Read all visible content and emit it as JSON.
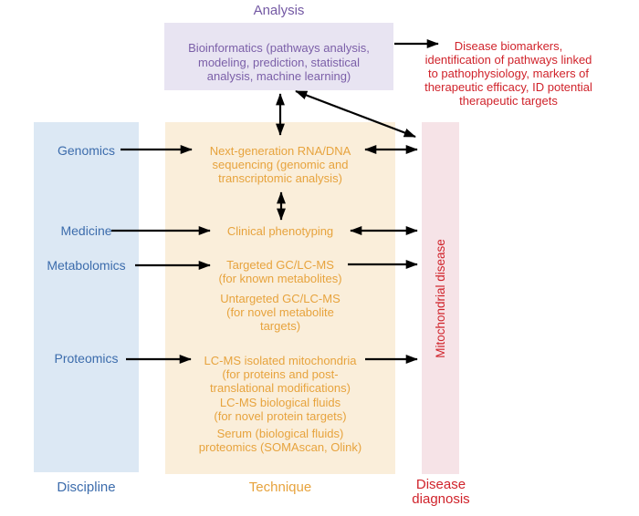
{
  "colors": {
    "purple_box_bg": "#e8e4f2",
    "purple_text": "#7b5fa8",
    "blue_box_bg": "#dce8f4",
    "blue_text": "#3c6cac",
    "orange_box_bg": "#faeeda",
    "orange_text": "#e7a33d",
    "pink_box_bg": "#f6e3e7",
    "red_text": "#d0232b",
    "arrow": "#000000"
  },
  "analysis": {
    "label": "Analysis",
    "box_lines": [
      "Bioinformatics (pathways analysis,",
      "modeling, prediction, statistical",
      "analysis, machine learning)"
    ]
  },
  "outcomes": {
    "lines": [
      "Disease biomarkers,",
      "identification of pathways linked",
      "to pathophysiology, markers of",
      "therapeutic efficacy, ID potential",
      "therapeutic targets"
    ]
  },
  "discipline_column": {
    "footer_label": "Discipline",
    "items": [
      {
        "label": "Genomics"
      },
      {
        "label": "Medicine"
      },
      {
        "label": "Metabolomics"
      },
      {
        "label": "Proteomics"
      }
    ]
  },
  "technique_column": {
    "footer_label": "Technique",
    "items": [
      {
        "lines": [
          "Next-generation RNA/DNA",
          "sequencing (genomic and",
          "transcriptomic analysis)"
        ]
      },
      {
        "lines": [
          "Clinical phenotyping"
        ]
      },
      {
        "lines": [
          "Targeted GC/LC-MS",
          "(for known metabolites)"
        ]
      },
      {
        "lines": [
          "Untargeted GC/LC-MS",
          "(for novel metabolite",
          "targets)"
        ]
      },
      {
        "lines": [
          "LC-MS isolated mitochondria",
          "(for proteins and post-",
          "translational modifications)"
        ]
      },
      {
        "lines": [
          "LC-MS biological fluids",
          "(for novel protein targets)"
        ]
      },
      {
        "lines": [
          "Serum (biological fluids)",
          "proteomics (SOMAscan, Olink)"
        ]
      }
    ]
  },
  "disease_column": {
    "footer_label": "Disease diagnosis",
    "label": "Mitochondrial disease"
  },
  "connections": [
    {
      "from": "bioinformatics",
      "to": "disease-outcomes",
      "type": "single"
    },
    {
      "from": "bioinformatics",
      "to": "next-generation-sequencing",
      "type": "double"
    },
    {
      "from": "bioinformatics",
      "to": "mitochondrial-disease",
      "type": "double"
    },
    {
      "from": "genomics",
      "to": "next-generation-sequencing",
      "type": "single"
    },
    {
      "from": "next-generation-sequencing",
      "to": "mitochondrial-disease",
      "type": "double"
    },
    {
      "from": "next-generation-sequencing",
      "to": "clinical-phenotyping",
      "type": "double"
    },
    {
      "from": "medicine",
      "to": "clinical-phenotyping",
      "type": "single"
    },
    {
      "from": "clinical-phenotyping",
      "to": "mitochondrial-disease",
      "type": "double"
    },
    {
      "from": "metabolomics",
      "to": "targeted-gc-lc-ms",
      "type": "single"
    },
    {
      "from": "targeted-gc-lc-ms",
      "to": "mitochondrial-disease",
      "type": "single"
    },
    {
      "from": "proteomics",
      "to": "lc-ms-isolated-mitochondria",
      "type": "single"
    },
    {
      "from": "lc-ms-isolated-mitochondria",
      "to": "mitochondrial-disease",
      "type": "single"
    }
  ]
}
